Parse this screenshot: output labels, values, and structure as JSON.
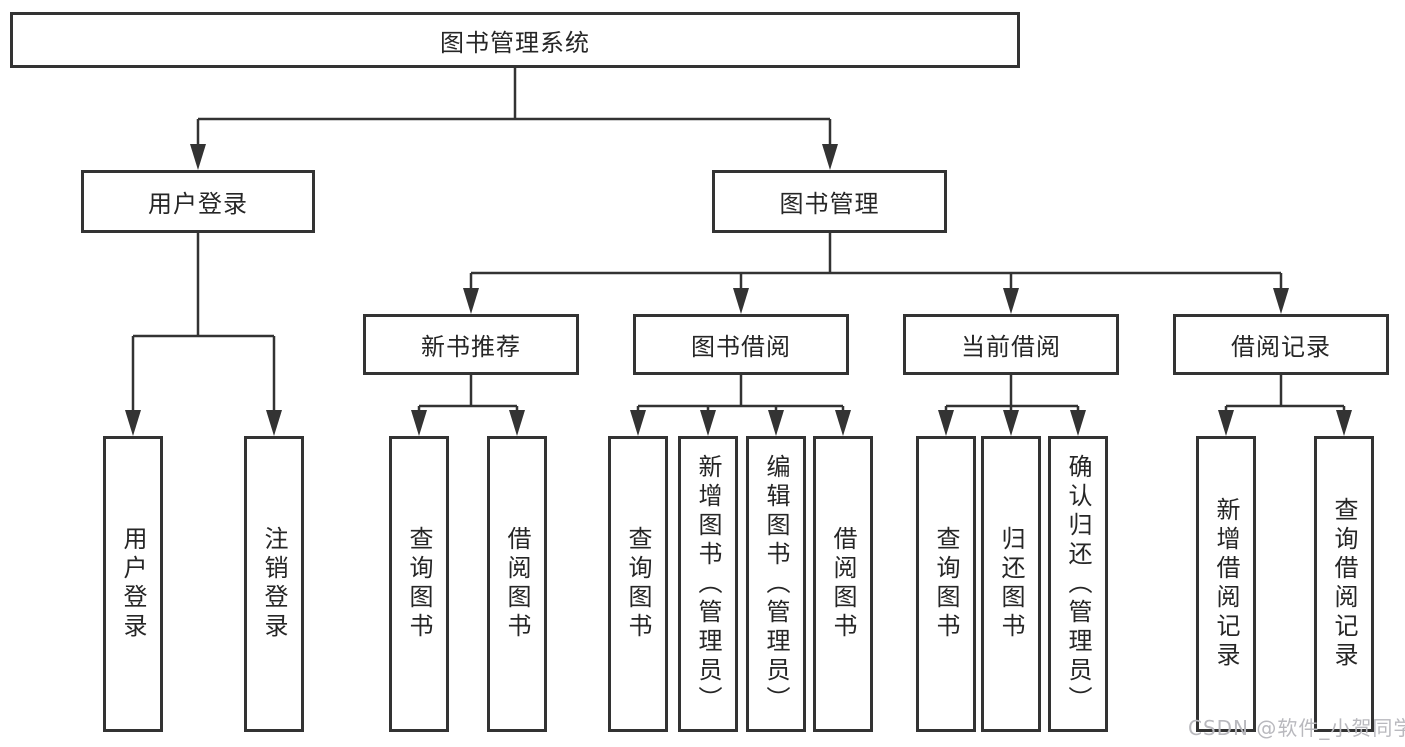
{
  "diagram": {
    "type": "hierarchy",
    "root": {
      "label": "图书管理系统",
      "children": [
        {
          "label": "用户登录",
          "children": [
            {
              "label": "用户登录"
            },
            {
              "label": "注销登录"
            }
          ]
        },
        {
          "label": "图书管理",
          "children": [
            {
              "label": "新书推荐",
              "children": [
                {
                  "label": "查询图书"
                },
                {
                  "label": "借阅图书"
                }
              ]
            },
            {
              "label": "图书借阅",
              "children": [
                {
                  "label": "查询图书"
                },
                {
                  "label": "新增图书（管理员）"
                },
                {
                  "label": "编辑图书（管理员）"
                },
                {
                  "label": "借阅图书"
                }
              ]
            },
            {
              "label": "当前借阅",
              "children": [
                {
                  "label": "查询图书"
                },
                {
                  "label": "归还图书"
                },
                {
                  "label": "确认归还（管理员）"
                }
              ]
            },
            {
              "label": "借阅记录",
              "children": [
                {
                  "label": "新增借阅记录"
                },
                {
                  "label": "查询借阅记录"
                }
              ]
            }
          ]
        }
      ]
    }
  },
  "watermark": {
    "text": "CSDN @软件_小贺同学"
  },
  "colors": {
    "line": "#333333",
    "text": "#262626",
    "watermark": "#b9b9be",
    "background": "#ffffff"
  }
}
